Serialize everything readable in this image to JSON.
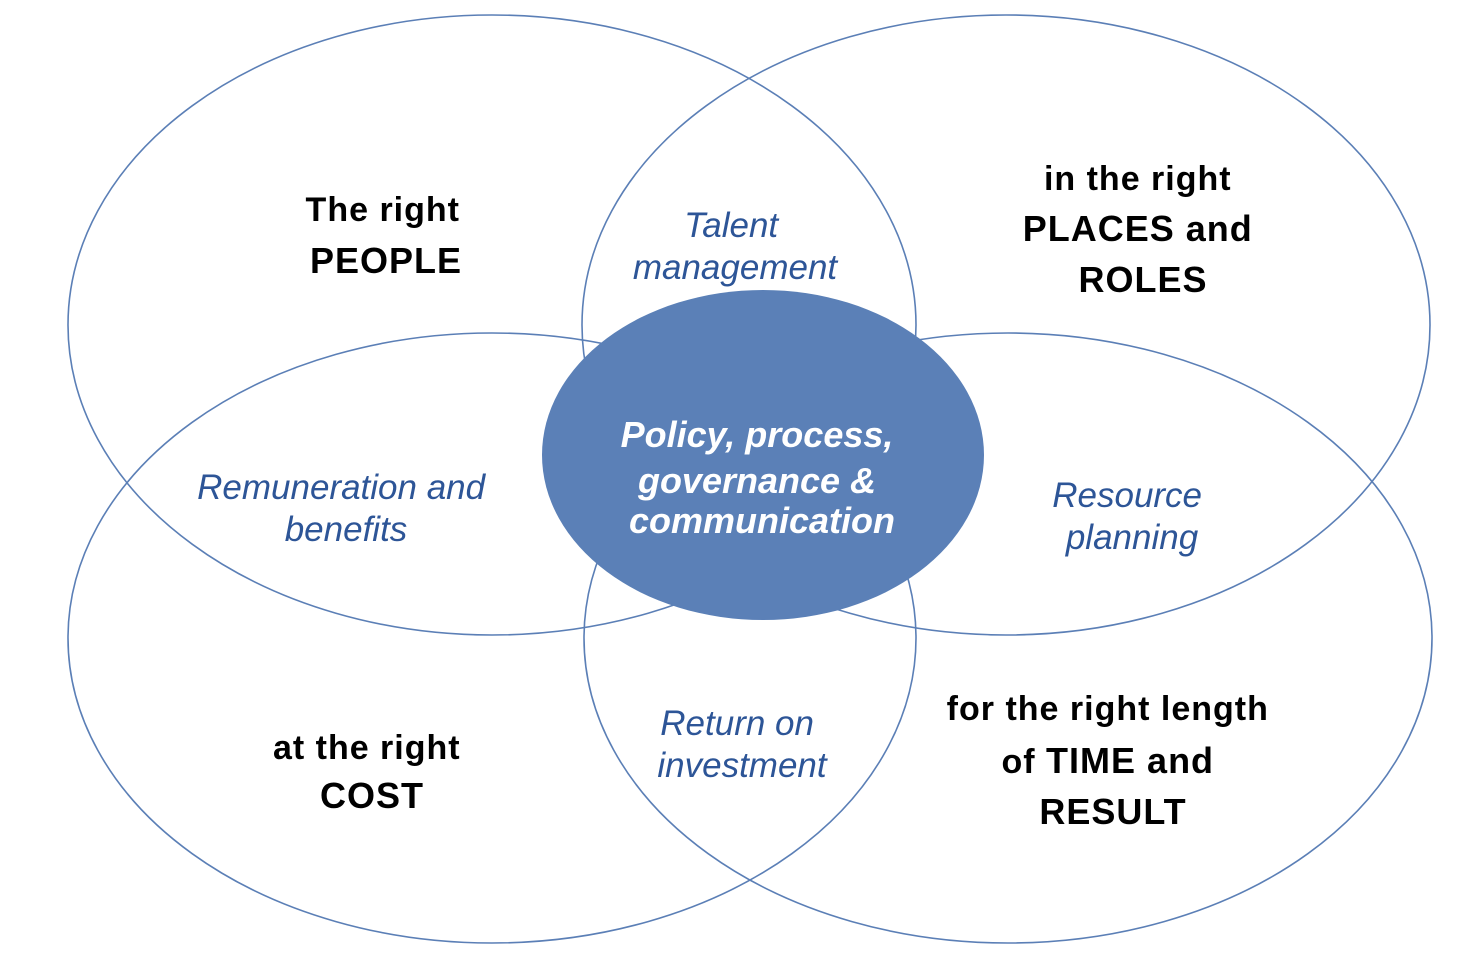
{
  "colors": {
    "ring_stroke": "#5b7fb6",
    "hub_fill": "#5b80b7",
    "overlap_text": "#2d5597",
    "corner_text": "#000000",
    "hub_text": "#ffffff"
  },
  "corners": {
    "people": {
      "line1": "The right",
      "line2": "PEOPLE"
    },
    "places": {
      "line1": "in the right",
      "line2": "PLACES and",
      "line3": "ROLES"
    },
    "cost": {
      "line1": "at the right",
      "line2": "COST"
    },
    "time": {
      "line1": "for the right length",
      "line2_prefix": "of ",
      "line2_emph": "TIME and",
      "line3": "RESULT"
    }
  },
  "overlaps": {
    "talent": {
      "line1": "Talent",
      "line2": "management"
    },
    "remuneration": {
      "line1": "Remuneration and",
      "line2": "benefits"
    },
    "resource": {
      "line1": "Resource",
      "line2": "planning"
    },
    "roi": {
      "line1": "Return on",
      "line2": "investment"
    }
  },
  "hub": {
    "line1": "Policy, process,",
    "line2": "governance &",
    "line3": "communication"
  }
}
